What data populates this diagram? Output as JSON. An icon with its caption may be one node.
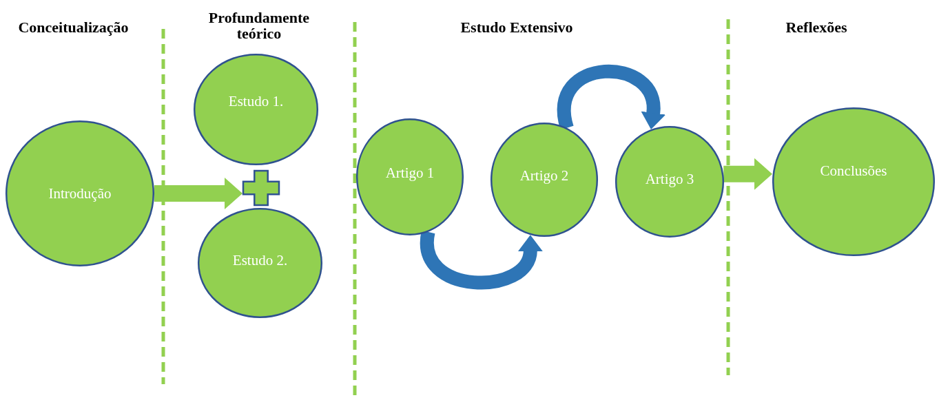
{
  "diagram": {
    "nodes": [
      {
        "text": [
          "Introdução"
        ]
      },
      {
        "text": [
          "Estudo 1."
        ]
      },
      {
        "text": [],
        "shape": "cross"
      },
      {
        "text": [
          "Estudo 2."
        ]
      },
      {
        "text": [
          "Artigo 1"
        ]
      },
      {
        "text": [
          "Artigo 2"
        ]
      },
      {
        "text": [
          "Artigo 3"
        ]
      },
      {
        "text": [
          "Conclusões"
        ]
      }
    ],
    "edges": [
      {
        "from": 0,
        "to": 2,
        "arrow": "to",
        "color": "#92d050"
      },
      {
        "from": 4,
        "to": 5,
        "arrow": "to",
        "color": "#2e75b6"
      },
      {
        "from": 5,
        "to": 6,
        "arrow": "to",
        "color": "#2e75b6"
      },
      {
        "from": 6,
        "to": 7,
        "arrow": "to",
        "color": "#92d050"
      }
    ],
    "labels": [
      "Conceitualização",
      "Profundamente teórico",
      "Estudo Extensivo",
      "Reflexões"
    ]
  }
}
